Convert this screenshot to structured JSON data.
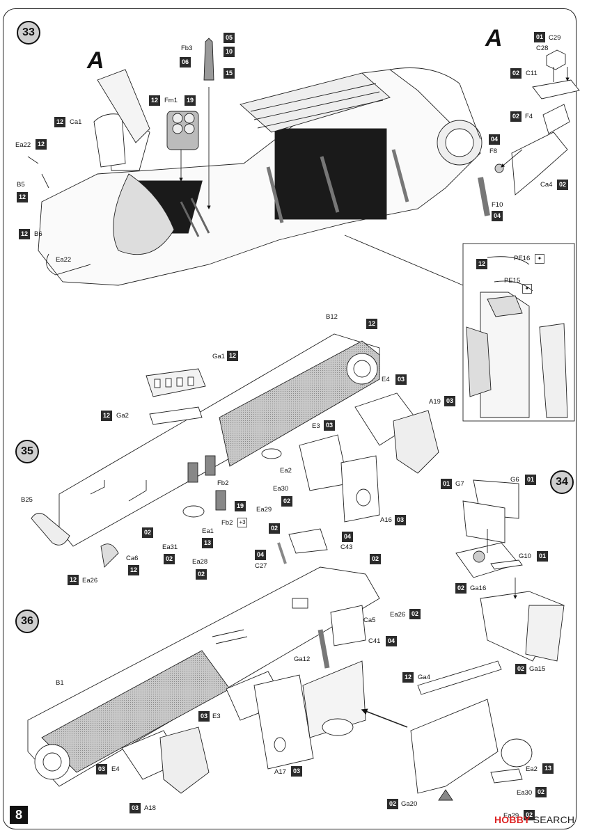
{
  "page_number": "8",
  "steps": {
    "s33": "33",
    "s34": "34",
    "s35": "35",
    "s36": "36"
  },
  "view_markers": {
    "left": "A",
    "right": "A"
  },
  "watermark": {
    "brand": "HOBBY",
    "rest": " SEARCH"
  },
  "pe_icon_glyph": "✦",
  "decal_glyph": "+3",
  "labels": {
    "fb3": "Fb3",
    "fm1": "Fm1",
    "ca1": "Ca1",
    "ea22a": "Ea22",
    "b5": "B5",
    "b6": "B6",
    "ea22b": "Ea22",
    "c29": "C29",
    "c28": "C28",
    "c11": "C11",
    "f4": "F4",
    "f8": "F8",
    "f10": "F10",
    "ca4": "Ca4",
    "pe16": "PE16",
    "pe15": "PE15",
    "b12": "B12",
    "ga1": "Ga1",
    "ga2": "Ga2",
    "e4a": "E4",
    "a19": "A19",
    "e3a": "E3",
    "ea2a": "Ea2",
    "ea30a": "Ea30",
    "ea29a": "Ea29",
    "fb2a": "Fb2",
    "fb2b": "Fb2",
    "a16": "A16",
    "b25": "B25",
    "ea1": "Ea1",
    "ea31": "Ea31",
    "ea28": "Ea28",
    "ca6": "Ca6",
    "ea26a": "Ea26",
    "c43": "C43",
    "c27": "C27",
    "g7": "G7",
    "g6": "G6",
    "g10": "G10",
    "ga16": "Ga16",
    "ga15": "Ga15",
    "b1": "B1",
    "e3b": "E3",
    "ea26b": "Ea26",
    "ca5": "Ca5",
    "c41": "C41",
    "ga12": "Ga12",
    "a17": "A17",
    "e4b": "E4",
    "a18": "A18",
    "ga4": "Ga4",
    "ea2b": "Ea2",
    "ea30b": "Ea30",
    "ea29b": "Ea29",
    "ga20": "Ga20"
  },
  "badges": {
    "b05": "05",
    "b10": "10",
    "b06": "06",
    "b15": "15",
    "fm1": "12",
    "fm1x": "19",
    "ca1": "12",
    "ea22a": "12",
    "b5": "12",
    "b6": "12",
    "c29": "01",
    "c11": "02",
    "f4": "02",
    "f8": "04",
    "f10": "04",
    "ca4": "02",
    "pe": "12",
    "b12": "12",
    "ga1": "12",
    "ga2": "12",
    "e4a": "03",
    "a19": "03",
    "e3a": "03",
    "ea30a": "02",
    "fb2b": "19",
    "a16": "03",
    "ea1": "13",
    "ea31": "02",
    "ea28": "02",
    "ca6": "12",
    "ea26a": "12",
    "b25": "02",
    "c43": "04",
    "c27": "04",
    "c27b": "02",
    "g7": "01",
    "g6": "01",
    "g10": "01",
    "ga16": "02",
    "ga15": "02",
    "b36": "02",
    "ea26b": "02",
    "c41": "04",
    "e3b": "03",
    "a17": "03",
    "e4b": "03",
    "a18": "03",
    "ga4": "12",
    "ea2b": "13",
    "ea30b": "02",
    "ea29b": "02",
    "ga20": "02"
  }
}
